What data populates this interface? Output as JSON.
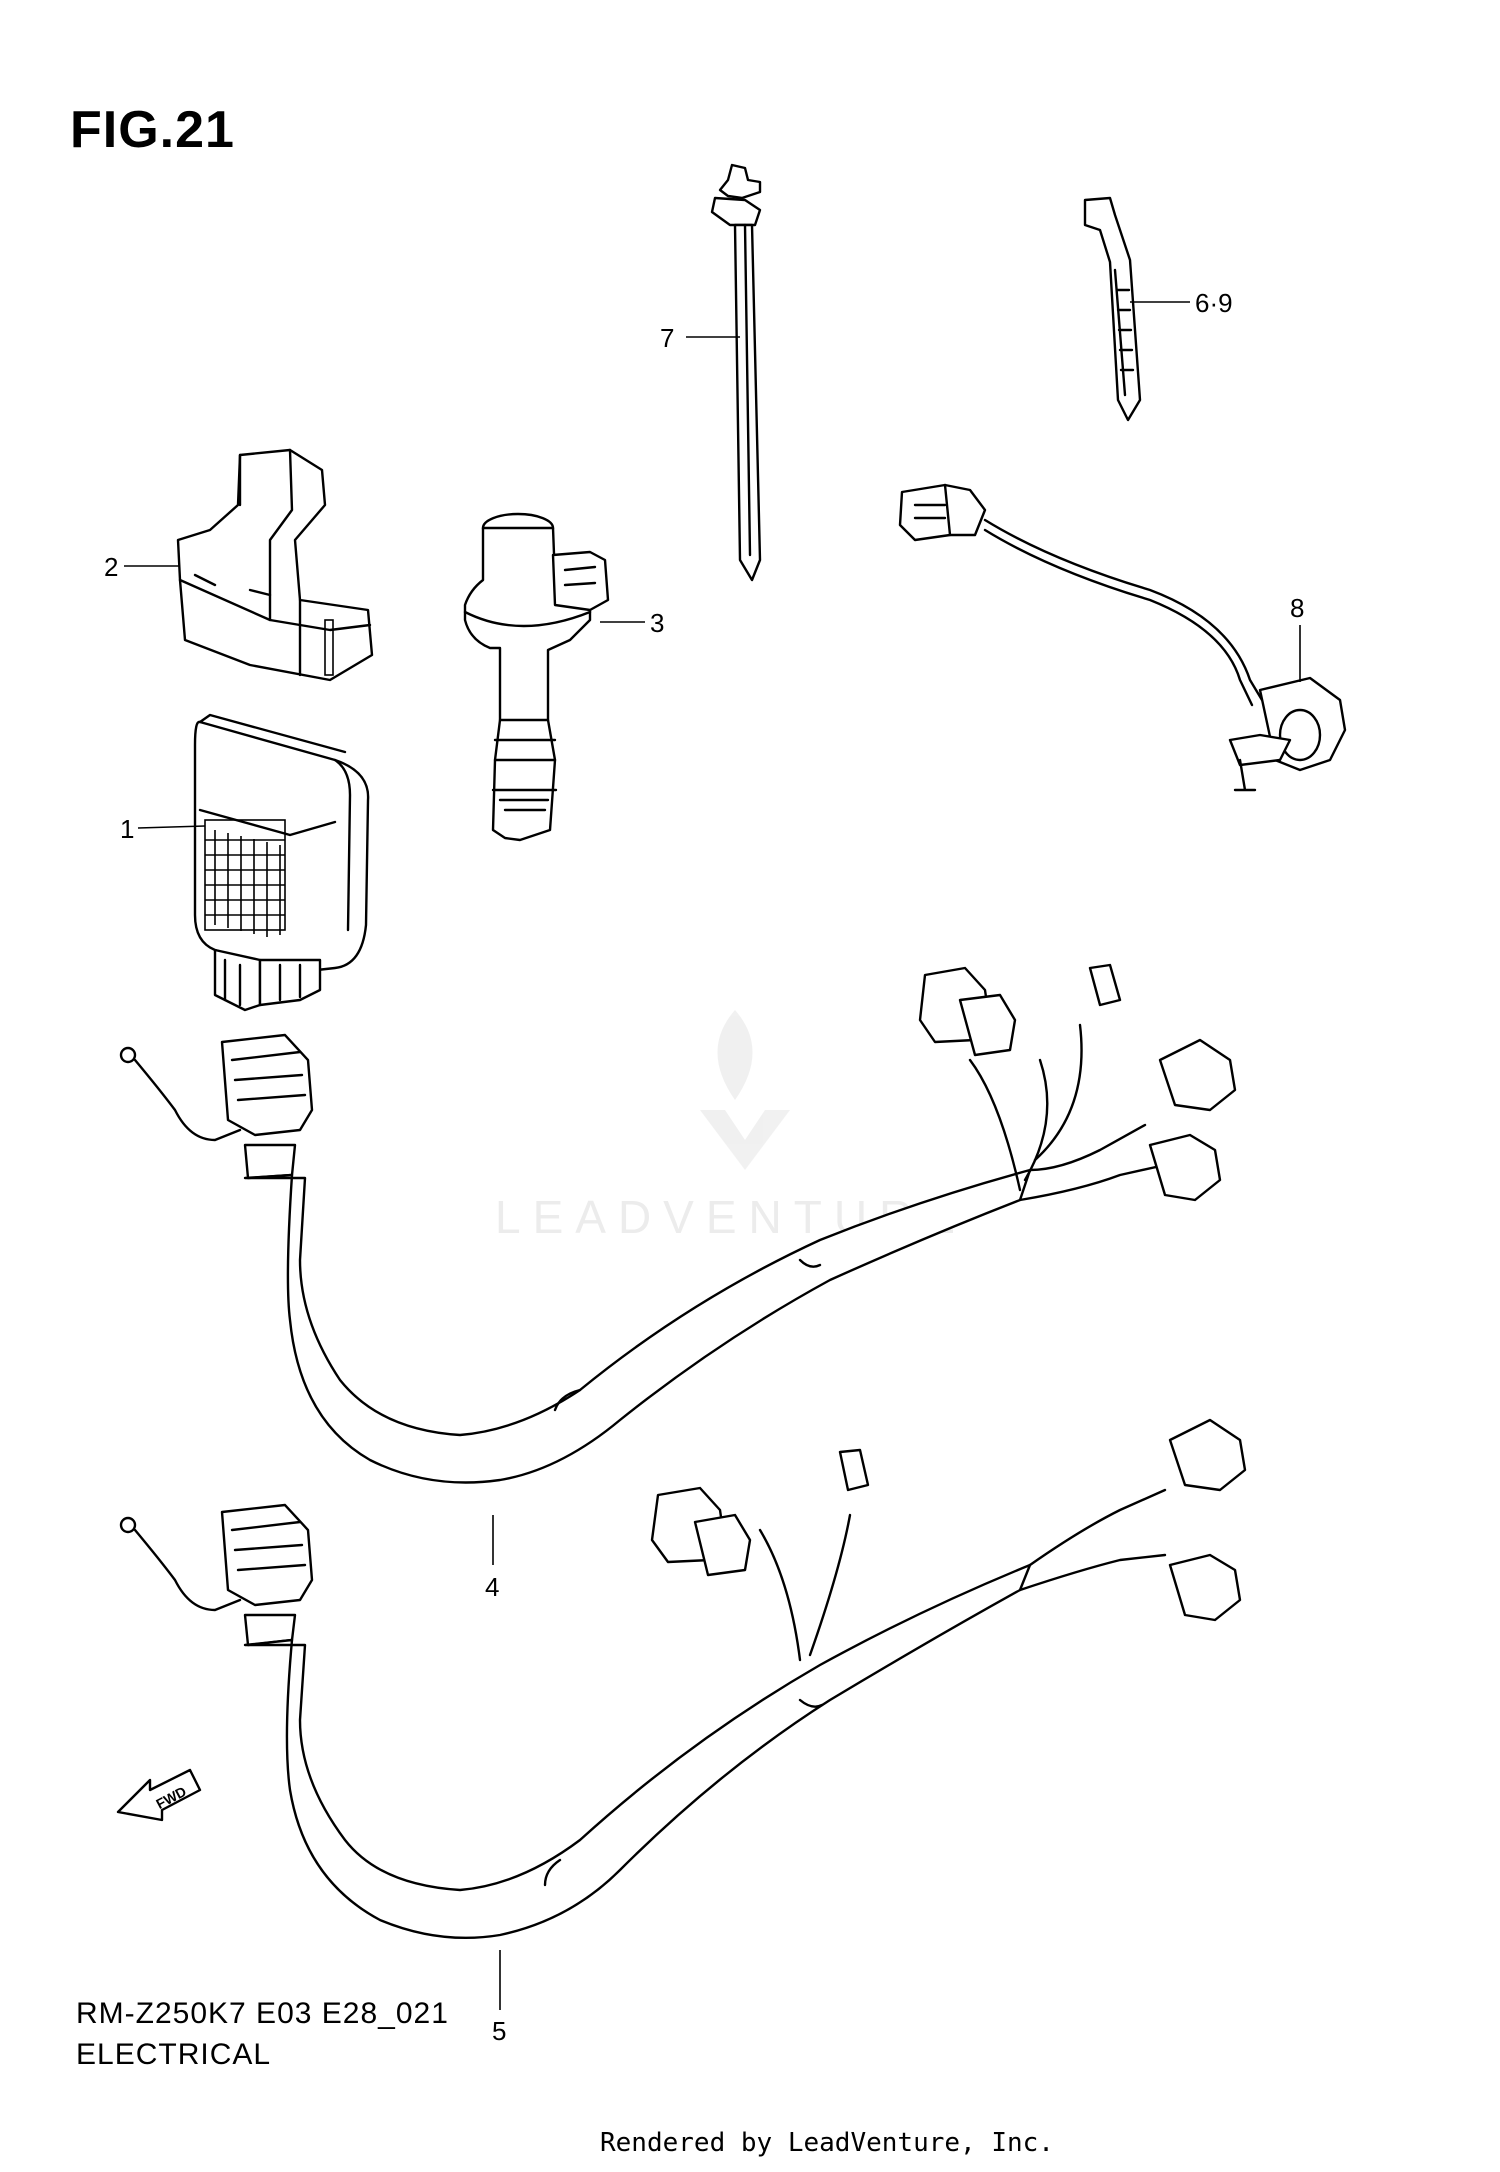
{
  "figure": {
    "title": "FIG.21",
    "model_code": "RM-Z250K7 E03 E28_021",
    "section": "ELECTRICAL"
  },
  "callouts": [
    {
      "id": "1",
      "label": "1"
    },
    {
      "id": "2",
      "label": "2"
    },
    {
      "id": "3",
      "label": "3"
    },
    {
      "id": "4",
      "label": "4"
    },
    {
      "id": "5",
      "label": "5"
    },
    {
      "id": "6-9",
      "label": "6·9"
    },
    {
      "id": "7",
      "label": "7"
    },
    {
      "id": "8",
      "label": "8"
    }
  ],
  "fwd_badge": "FWD",
  "watermark": "LEADVENTURE",
  "footer": "Rendered by LeadVenture, Inc."
}
